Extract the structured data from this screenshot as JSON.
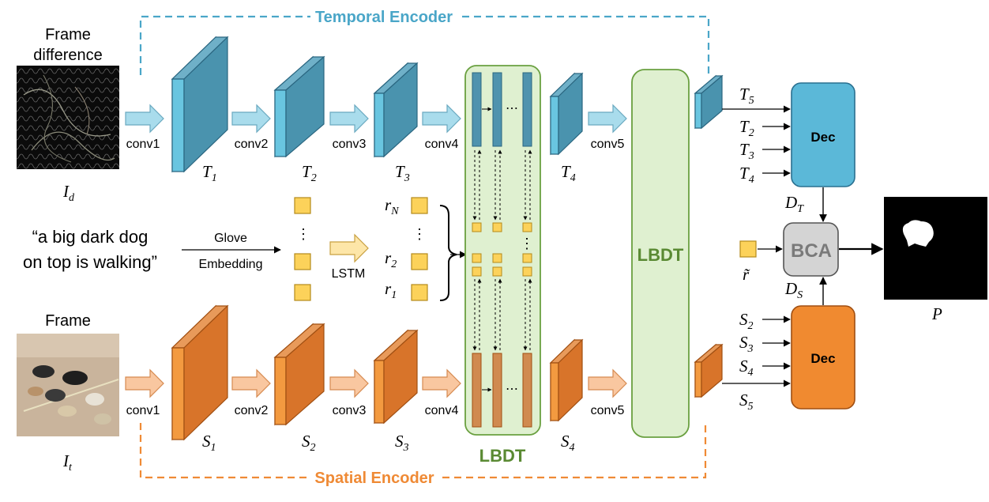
{
  "labels": {
    "temporal_encoder": "Temporal Encoder",
    "spatial_encoder": "Spatial Encoder",
    "frame_difference_1": "Frame",
    "frame_difference_2": "difference",
    "frame": "Frame",
    "id_main": "I",
    "id_sub": "d",
    "it_main": "I",
    "it_sub": "t",
    "sentence_1": "“a big dark dog",
    "sentence_2": "on top is walking”",
    "glove": "Glove",
    "embedding": "Embedding",
    "lstm": "LSTM",
    "conv1_t": "conv1",
    "conv2_t": "conv2",
    "conv3_t": "conv3",
    "conv4_t": "conv4",
    "conv5_t": "conv5",
    "conv1_s": "conv1",
    "conv2_s": "conv2",
    "conv3_s": "conv3",
    "conv4_s": "conv4",
    "conv5_s": "conv5",
    "T_main": "T",
    "S_main": "S",
    "t1": "1",
    "t2": "2",
    "t3": "3",
    "t4": "4",
    "s1": "1",
    "s2": "2",
    "s3": "3",
    "s4": "4",
    "r_main": "r",
    "rN": "N",
    "r2": "2",
    "r1": "1",
    "lbdt_inner": "LBDT",
    "lbdt_big": "LBDT",
    "dec_top": "Dec",
    "dec_bottom": "Dec",
    "bca": "BCA",
    "D_main": "D",
    "DT_sub": "T",
    "DS_sub": "S",
    "r_tilde": "r̃",
    "dt_in_5": "5",
    "dt_in_2": "2",
    "dt_in_3": "3",
    "dt_in_4": "4",
    "ds_in_2": "2",
    "ds_in_3": "3",
    "ds_in_4": "4",
    "ds_in_5": "5",
    "P": "P",
    "vdots": "⋮",
    "hdots": "⋯"
  },
  "colors": {
    "temporal_blue": "#4a8ea8",
    "temporal_light": "#8fd3e6",
    "spatial_orange": "#e0782a",
    "spatial_light": "#f6b88a",
    "lbdt_fill": "#dff0d0",
    "lbdt_stroke": "#6aa040",
    "word_box": "#fcd25a",
    "dec_blue": "#5bb8d8",
    "dec_orange": "#f08a30",
    "bca_fill": "#d4d4d4"
  }
}
